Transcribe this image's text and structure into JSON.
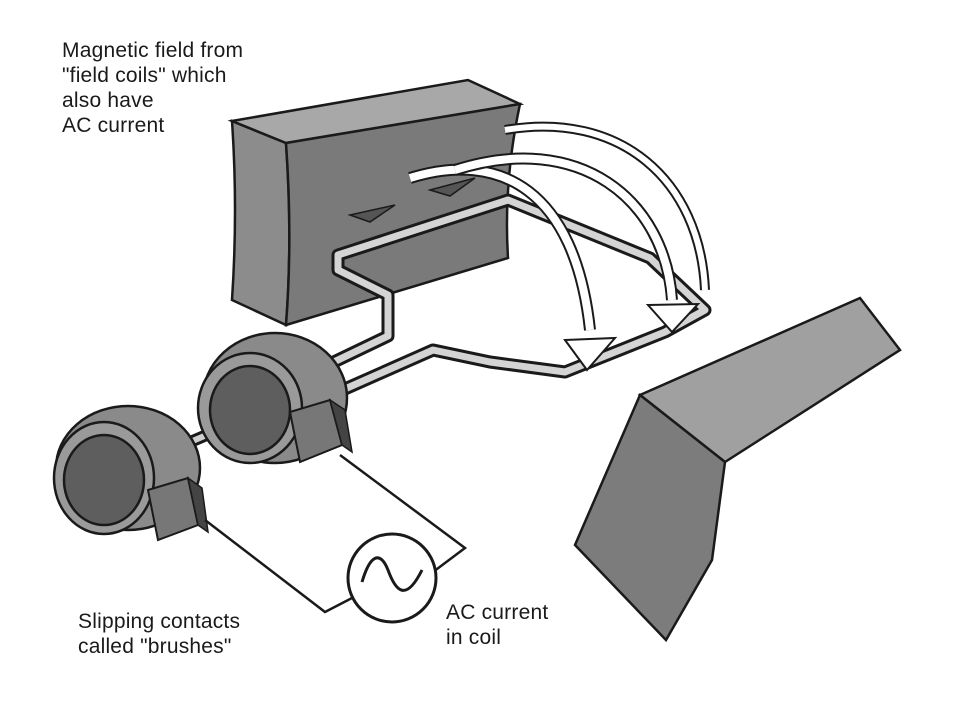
{
  "labels": {
    "field": [
      "Magnetic field from",
      "\"field coils\" which",
      "also have",
      "AC current"
    ],
    "brushes": [
      "Slipping contacts",
      "called \"brushes\""
    ],
    "ac": [
      "AC current",
      "in coil"
    ]
  },
  "colors": {
    "magnet_face": "#7a7a7a",
    "magnet_top": "#9a9a9a",
    "ring": "#8a8a8a",
    "ring_inner": "#5e5e5e",
    "wire": "#cfcfcf",
    "outline": "#1a1a1a"
  },
  "icons": {
    "ac_source": "sine-wave-icon"
  }
}
